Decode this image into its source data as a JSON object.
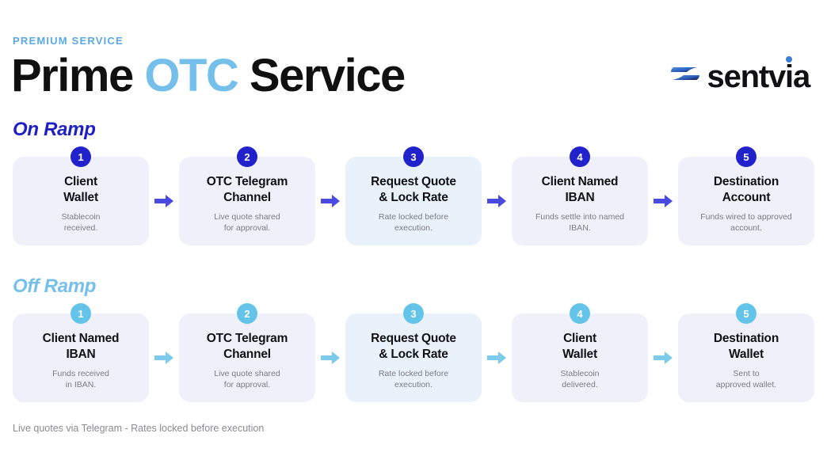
{
  "header": {
    "eyebrow": "PREMIUM SERVICE",
    "title_part1": "Prime ",
    "title_accent": "OTC",
    "title_part2": " Service",
    "brand_name_a": "sentv",
    "brand_name_i": "i",
    "brand_name_b": "a"
  },
  "colors": {
    "accent_light_blue": "#74c0eb",
    "deep_blue": "#2222cc",
    "sky_blue": "#64c3e9",
    "card_bg": "#f0f0fa",
    "card_bg_tinted": "#e9f1fb",
    "text_dark": "#111114",
    "text_muted": "#7c7c84"
  },
  "sections": [
    {
      "id": "on-ramp",
      "heading": "On Ramp",
      "steps": [
        {
          "number": "1",
          "title": "Client\nWallet",
          "desc": "Stablecoin\nreceived.",
          "tinted": false
        },
        {
          "number": "2",
          "title": "OTC Telegram\nChannel",
          "desc": "Live quote shared\nfor approval.",
          "tinted": false
        },
        {
          "number": "3",
          "title": "Request Quote\n& Lock Rate",
          "desc": "Rate locked before\nexecution.",
          "tinted": true
        },
        {
          "number": "4",
          "title": "Client Named\nIBAN",
          "desc": "Funds settle into named\nIBAN.",
          "tinted": false
        },
        {
          "number": "5",
          "title": "Destination\nAccount",
          "desc": "Funds wired to approved\naccount.",
          "tinted": false
        }
      ]
    },
    {
      "id": "off-ramp",
      "heading": "Off Ramp",
      "steps": [
        {
          "number": "1",
          "title": "Client Named\nIBAN",
          "desc": "Funds received\nin IBAN.",
          "tinted": false
        },
        {
          "number": "2",
          "title": "OTC Telegram\nChannel",
          "desc": "Live quote shared\nfor approval.",
          "tinted": false
        },
        {
          "number": "3",
          "title": "Request Quote\n& Lock Rate",
          "desc": "Rate locked before\nexecution.",
          "tinted": true
        },
        {
          "number": "4",
          "title": "Client\nWallet",
          "desc": "Stablecoin\ndelivered.",
          "tinted": false
        },
        {
          "number": "5",
          "title": "Destination\nWallet",
          "desc": "Sent to\napproved wallet.",
          "tinted": false
        }
      ]
    }
  ],
  "footer": {
    "note": "Live quotes via Telegram - Rates locked before execution"
  }
}
